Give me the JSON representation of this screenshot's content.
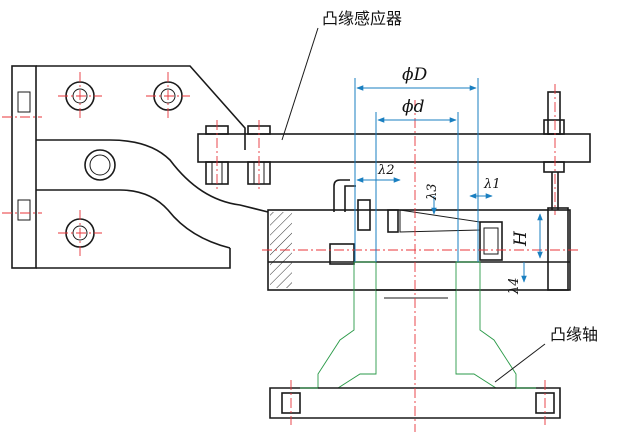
{
  "labels": {
    "flange_sensor": "凸缘感应器",
    "flange_shaft": "凸缘轴",
    "dim_D": "ϕD",
    "dim_d": "ϕd",
    "dim_lambda1": "λ1",
    "dim_lambda2": "λ2",
    "dim_lambda3": "λ3",
    "dim_lambda4": "λ4",
    "dim_H": "H"
  },
  "colors": {
    "outline": "#1a1a1a",
    "centerline": "#e8343a",
    "dimension": "#1a7fc0",
    "hatch": "#2a9a48"
  }
}
